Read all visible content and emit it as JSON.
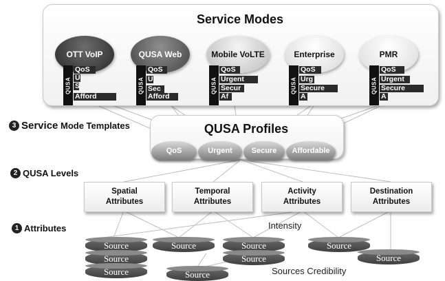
{
  "service_modes": {
    "title": "Service Modes",
    "modes": [
      {
        "name": "OTT VoIP",
        "tag": "QUSA",
        "bars": [
          "QoS",
          "U",
          "S",
          "Afford"
        ]
      },
      {
        "name": "QUSA Web",
        "tag": "QUSA",
        "bars": [
          "QoS",
          "U",
          "Sec",
          "Afford"
        ]
      },
      {
        "name": "Mobile VoLTE",
        "tag": "QUSA",
        "bars": [
          "QoS",
          "Urgent",
          "Secur",
          "Af"
        ]
      },
      {
        "name": "Enterprise",
        "tag": "QUSA",
        "bars": [
          "QoS",
          "Urg",
          "Secure",
          "A"
        ]
      },
      {
        "name": "PMR",
        "tag": "QUSA",
        "bars": [
          "QoS",
          "Urgent",
          "Secure",
          "A"
        ]
      }
    ]
  },
  "profiles": {
    "title": "QUSA Profiles",
    "tabs": [
      "QoS",
      "Urgent",
      "Secure",
      "Affordable"
    ]
  },
  "levels": {
    "step3": {
      "number": "3",
      "label_bold": "Service",
      "label_rest": " Mode Templates"
    },
    "step2": {
      "number": "2",
      "label": "QUSA Levels"
    },
    "step1": {
      "number": "1",
      "label": "Attributes"
    }
  },
  "attributes": [
    {
      "line1": "Spatial",
      "line2": "Attributes"
    },
    {
      "line1": "Temporal",
      "line2": "Attributes"
    },
    {
      "line1": "Activity",
      "line2": "Attributes"
    },
    {
      "line1": "Destination",
      "line2": "Attributes"
    }
  ],
  "sources": {
    "label": "Source",
    "intensity_label": "Intensity",
    "credibility_label": "Sources Credibility"
  }
}
